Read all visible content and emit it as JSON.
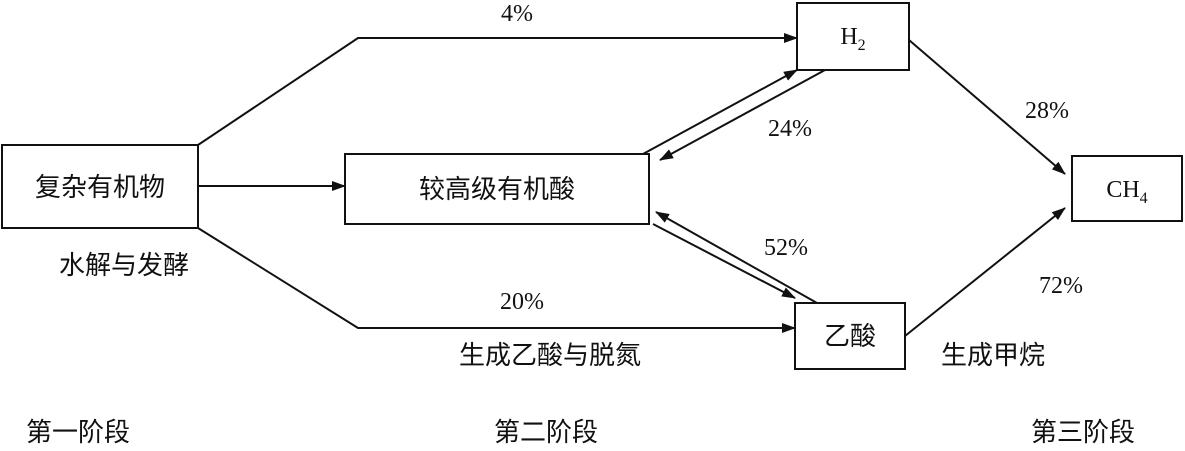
{
  "nodes": {
    "complex_organic": "复杂有机物",
    "higher_acids": "较高级有机酸",
    "h2": {
      "main": "H",
      "sub": "2"
    },
    "acetic_acid": "乙酸",
    "ch4": {
      "main": "CH",
      "sub": "4"
    }
  },
  "edges": {
    "organic_to_h2": "4%",
    "h2_acids": "24%",
    "acids_acetic": "52%",
    "organic_to_acetic": "20%",
    "h2_to_ch4": "28%",
    "acetic_to_ch4": "72%"
  },
  "process_labels": {
    "hydrolysis": "水解与发酵",
    "acetogenesis": "生成乙酸与脱氮",
    "methanogenesis": "生成甲烷"
  },
  "stages": {
    "stage1": "第一阶段",
    "stage2": "第二阶段",
    "stage3": "第三阶段"
  }
}
